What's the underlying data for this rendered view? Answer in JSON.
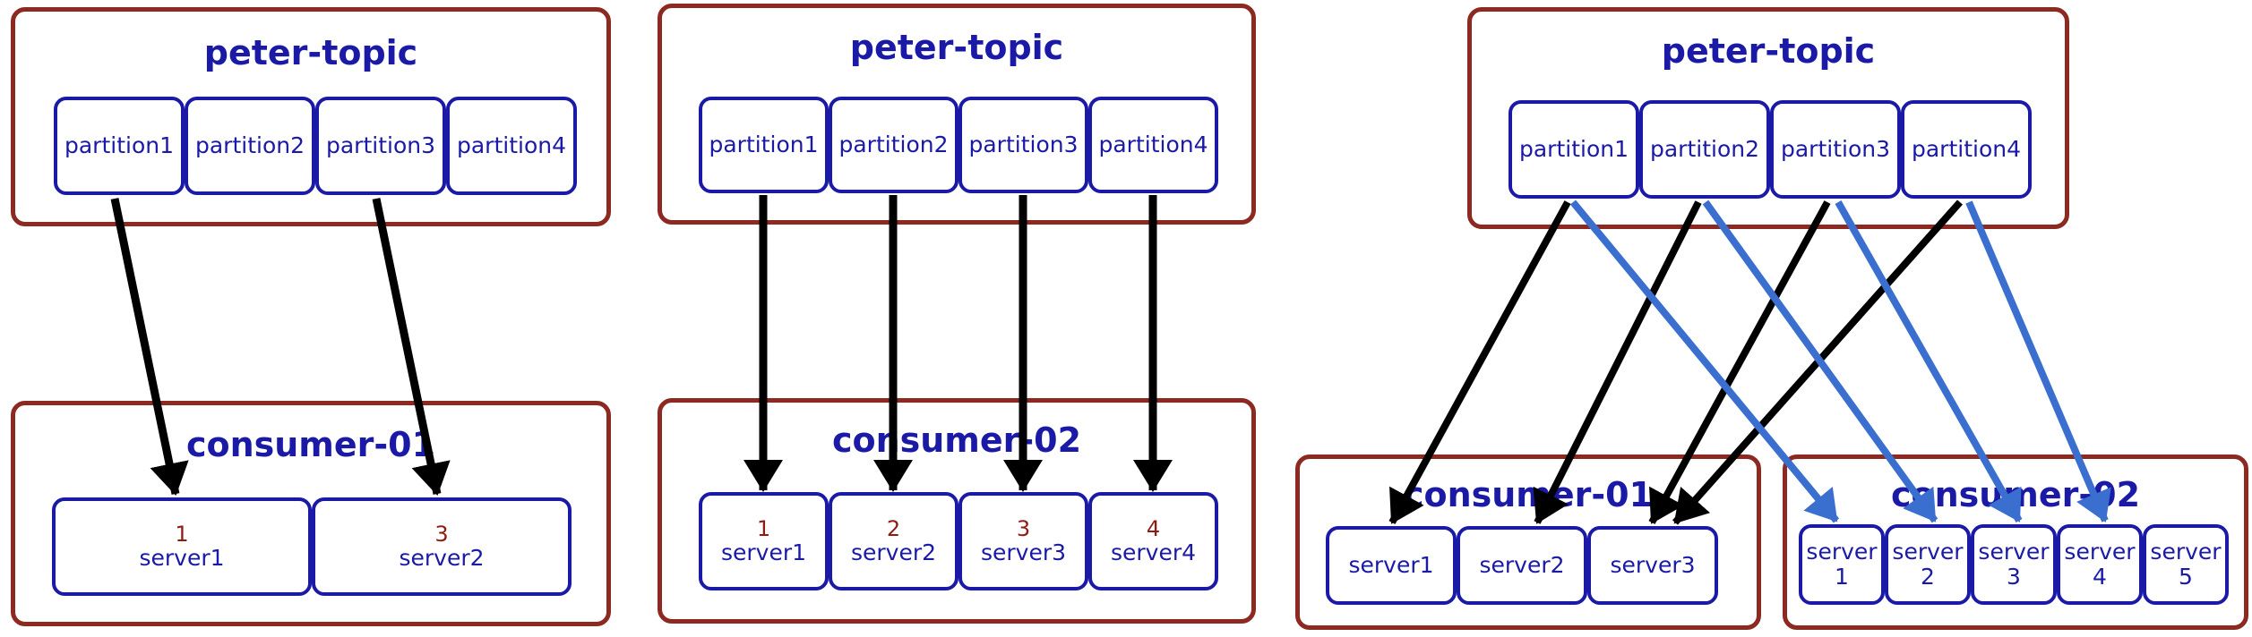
{
  "diagrams": [
    {
      "topic": "peter-topic",
      "partitions": [
        "partition1",
        "partition2",
        "partition3",
        "partition4"
      ],
      "consumers": [
        {
          "title": "consumer-01",
          "servers": [
            {
              "num": "1",
              "label": "server1"
            },
            {
              "num": "3",
              "label": "server2"
            }
          ]
        }
      ]
    },
    {
      "topic": "peter-topic",
      "partitions": [
        "partition1",
        "partition2",
        "partition3",
        "partition4"
      ],
      "consumers": [
        {
          "title": "consumer-02",
          "servers": [
            {
              "num": "1",
              "label": "server1"
            },
            {
              "num": "2",
              "label": "server2"
            },
            {
              "num": "3",
              "label": "server3"
            },
            {
              "num": "4",
              "label": "server4"
            }
          ]
        }
      ]
    },
    {
      "topic": "peter-topic",
      "partitions": [
        "partition1",
        "partition2",
        "partition3",
        "partition4"
      ],
      "consumers": [
        {
          "title": "consumer-01",
          "servers": [
            {
              "label": "server1"
            },
            {
              "label": "server2"
            },
            {
              "label": "server3"
            }
          ]
        },
        {
          "title": "consumer-02",
          "servers": [
            {
              "label_line1": "server",
              "label_line2": "1"
            },
            {
              "label_line1": "server",
              "label_line2": "2"
            },
            {
              "label_line1": "server",
              "label_line2": "3"
            },
            {
              "label_line1": "server",
              "label_line2": "4"
            },
            {
              "label_line1": "server",
              "label_line2": "5"
            }
          ]
        }
      ]
    }
  ],
  "colors": {
    "group_border": "#8c2a22",
    "box_border": "#1a1aa6",
    "text": "#1a1aa6",
    "number": "#8c1d13",
    "arrow_black": "#000000",
    "arrow_blue": "#3a6fd0"
  }
}
